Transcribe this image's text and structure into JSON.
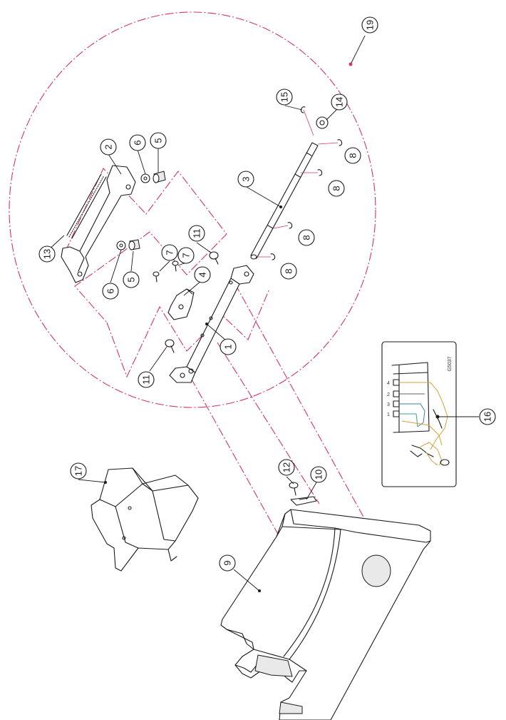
{
  "colors": {
    "line": "#1a1a1a",
    "accent_dashed": "#d6336c"
  },
  "callouts": {
    "c1": "1",
    "c2": "2",
    "c3": "3",
    "c4": "4",
    "c5a": "5",
    "c5b": "5",
    "c6a": "6",
    "c6b": "6",
    "c7a": "7",
    "c7b": "7",
    "c8a": "8",
    "c8b": "8",
    "c8c": "8",
    "c8d": "8",
    "c9": "9",
    "c10": "10",
    "c11a": "11",
    "c11b": "11",
    "c12": "12",
    "c13": "13",
    "c14": "14",
    "c15": "15",
    "c16": "16",
    "c17": "17",
    "c19": "19"
  },
  "inset": {
    "code": "G5037",
    "pins": [
      "4",
      "2",
      "3",
      "1"
    ]
  }
}
